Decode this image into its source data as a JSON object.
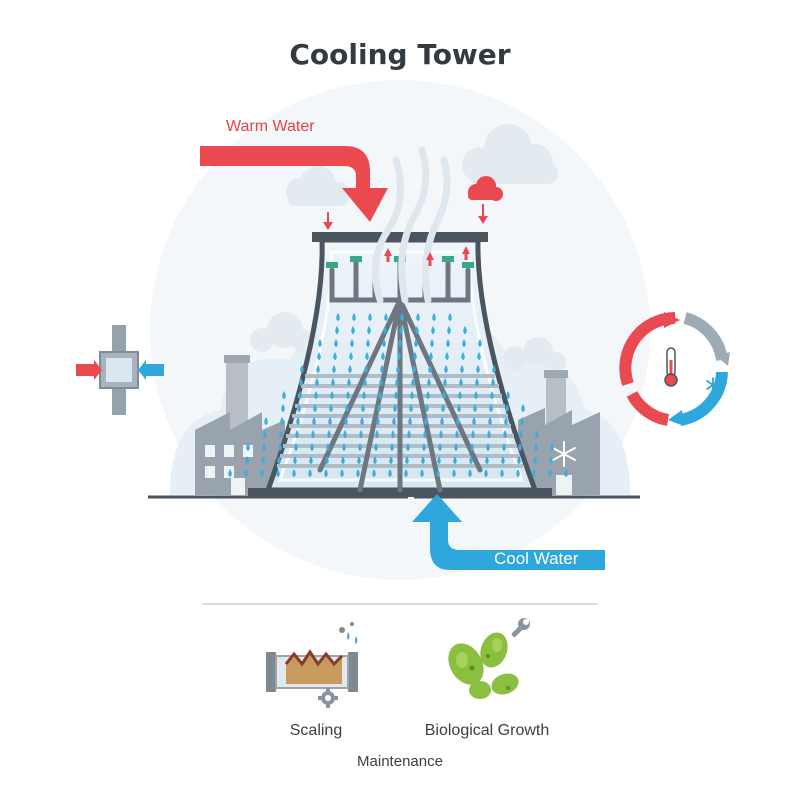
{
  "title": "Cooling Tower",
  "inlet": {
    "label": "Warm Water"
  },
  "outlet": {
    "label": "Cool Water"
  },
  "maintenance": {
    "heading": "Maintenance",
    "items": [
      {
        "label": "Scaling",
        "icon": "scaling-pipe-icon"
      },
      {
        "label": "Biological Growth",
        "icon": "biological-growth-icon"
      }
    ]
  },
  "icons": {
    "left": "valve-icon",
    "right": "temperature-cycle-icon"
  },
  "colors": {
    "warm": "#e9494f",
    "cool": "#2ea8dc",
    "tower": "#4a5560",
    "droplet": "#3aaee0",
    "algae": "#8cbf3f",
    "sludge": "#c79a5f",
    "haze": "#e4eef5"
  }
}
